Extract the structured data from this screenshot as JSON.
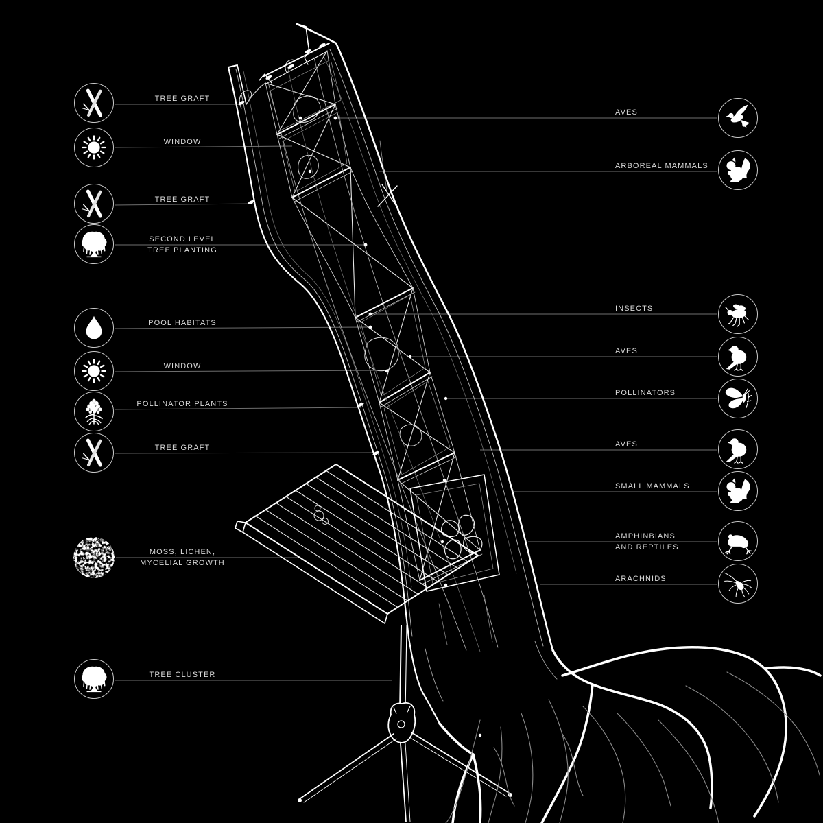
{
  "figure": {
    "description": "Isometric line drawing of a leaning timber habitat tower with grafted trees, a plank deck platform, tripod post base and an exposed spreading root system",
    "background_color": "#000000",
    "line_color": "#ffffff",
    "leader_line_color": "#6f6f6f",
    "text_color": "#d9d9d9"
  },
  "callouts": {
    "left": [
      {
        "label": "TREE GRAFT",
        "icon": "tree-graft-icon"
      },
      {
        "label": "WINDOW",
        "icon": "window-icon"
      },
      {
        "label": "TREE GRAFT",
        "icon": "tree-graft-icon"
      },
      {
        "label": "SECOND LEVEL",
        "label2": "TREE PLANTING",
        "icon": "tree-icon"
      },
      {
        "label": "POOL HABITATS",
        "icon": "droplet-icon"
      },
      {
        "label": "WINDOW",
        "icon": "window-icon"
      },
      {
        "label": "POLLINATOR PLANTS",
        "icon": "pollinator-plant-icon"
      },
      {
        "label": "TREE GRAFT",
        "icon": "tree-graft-icon"
      },
      {
        "label": "MOSS, LICHEN,",
        "label2": "MYCELIAL GROWTH",
        "icon": "moss-icon"
      },
      {
        "label": "TREE CLUSTER",
        "icon": "tree-icon"
      }
    ],
    "right": [
      {
        "label": "AVES",
        "icon": "bird-flying-icon"
      },
      {
        "label": "ARBOREAL MAMMALS",
        "icon": "squirrel-icon"
      },
      {
        "label": "INSECTS",
        "icon": "bee-icon"
      },
      {
        "label": "AVES",
        "icon": "bird-perched-icon"
      },
      {
        "label": "POLLINATORS",
        "icon": "butterfly-icon"
      },
      {
        "label": "AVES",
        "icon": "bird-perched-icon"
      },
      {
        "label": "SMALL MAMMALS",
        "icon": "squirrel-icon"
      },
      {
        "label": "AMPHINBIANS",
        "label2": "AND REPTILES",
        "icon": "frog-icon"
      },
      {
        "label": "ARACHNIDS",
        "icon": "spider-icon"
      }
    ]
  }
}
